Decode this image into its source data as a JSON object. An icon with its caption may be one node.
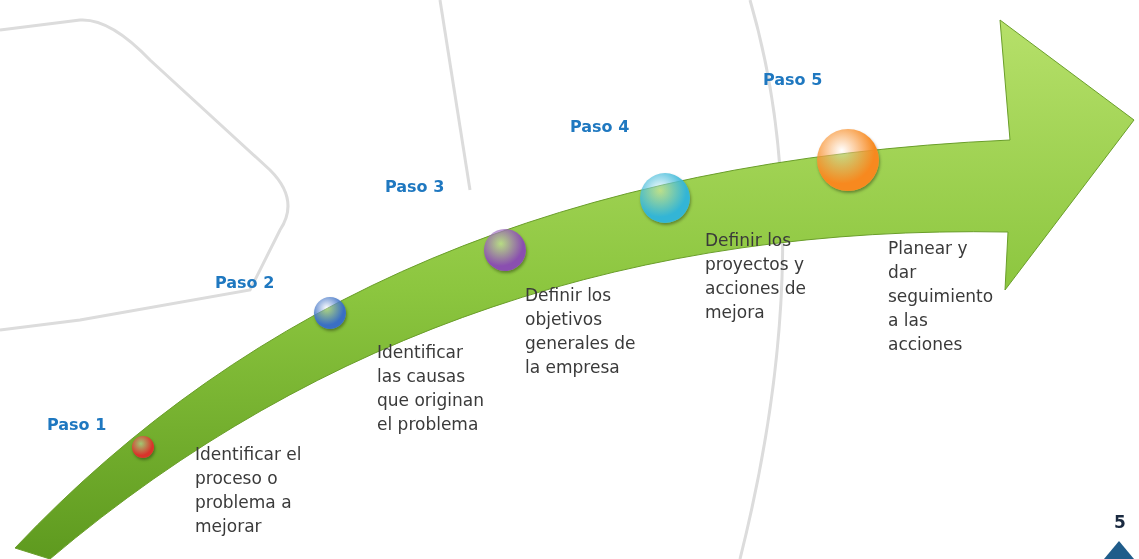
{
  "diagram": {
    "nodes": [
      {
        "text": [],
        "shape": "circle",
        "beside": [
          "Paso 1",
          "Identificar el proceso o problema a mejorar"
        ]
      },
      {
        "text": [],
        "shape": "circle",
        "beside": [
          "Paso 2",
          "Identificar las causas que originan el problema"
        ]
      },
      {
        "text": [],
        "shape": "circle",
        "beside": [
          "Paso 3",
          "Definir los objetivos generales de la empresa"
        ]
      },
      {
        "text": [],
        "shape": "circle",
        "beside": [
          "Paso 4",
          "Definir los proyectos y acciones de mejora"
        ]
      },
      {
        "text": [],
        "shape": "circle",
        "beside": [
          "Paso 5",
          "Planear y dar seguimiento a las acciones"
        ]
      }
    ],
    "labels": [
      "5"
    ]
  }
}
